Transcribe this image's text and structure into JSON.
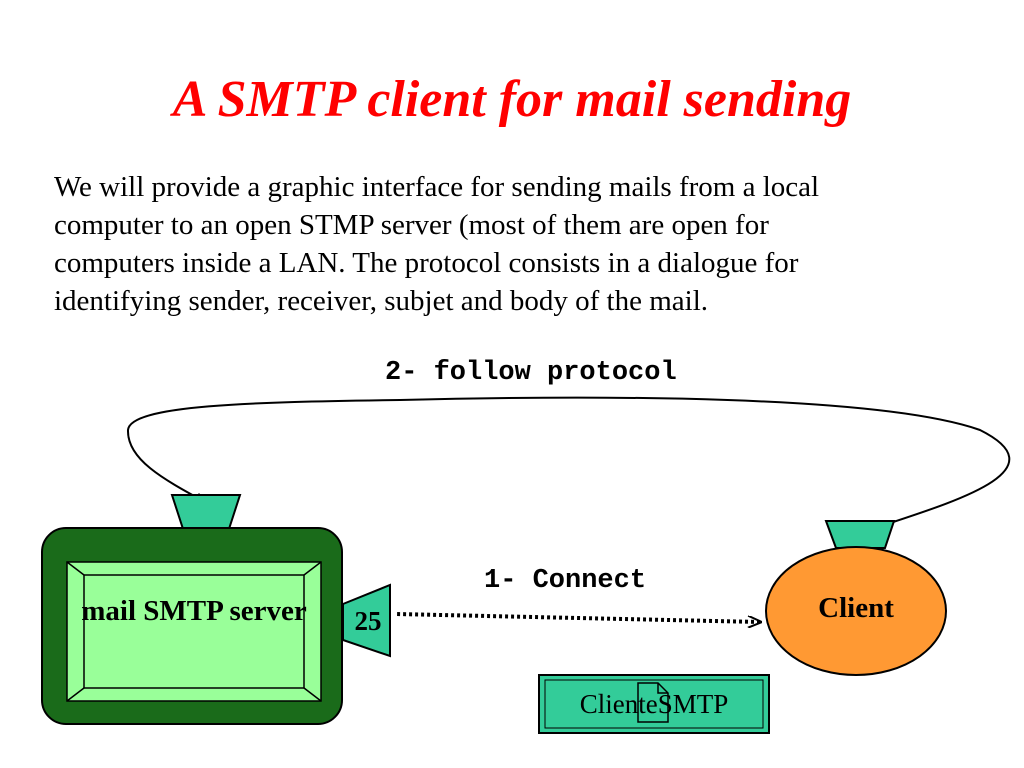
{
  "title": "A SMTP client for mail sending",
  "paragraph": {
    "line1": "We will provide a graphic interface for sending mails from a local",
    "line2": "computer to an open STMP server (most of them are open for",
    "line3": "computers inside a LAN. The protocol consists in a dialogue for",
    "line4": "identifying sender, receiver, subjet and body of the mail."
  },
  "diagram": {
    "follow_label": "2- follow protocol",
    "connect_label": "1- Connect",
    "server_label": "mail SMTP server",
    "port_label": "25",
    "client_label": "Client",
    "cliente_box_label": "ClienteSMTP",
    "colors": {
      "title": "#ff0000",
      "server_outer": "#1a6b1a",
      "server_inner": "#99ff99",
      "port": "#33cc99",
      "client": "#ff9933",
      "cliente_box": "#33cc99"
    }
  }
}
